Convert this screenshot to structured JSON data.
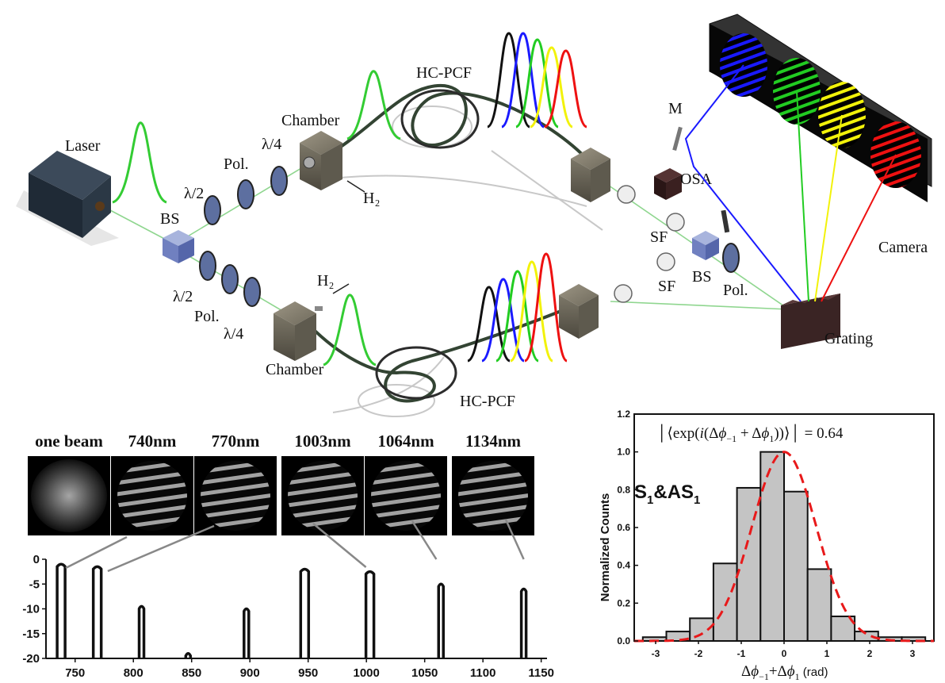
{
  "setup": {
    "labels": {
      "laser": "Laser",
      "bs_left": "BS",
      "half_wave_top": "λ/2",
      "pol_top": "Pol.",
      "quarter_wave_top": "λ/4",
      "chamber_top": "Chamber",
      "h2_top": "H₂",
      "hcpcf_top": "HC-PCF",
      "half_wave_bottom": "λ/2",
      "pol_bottom": "Pol.",
      "quarter_wave_bottom": "λ/4",
      "chamber_bottom": "Chamber",
      "h2_bottom": "H₂",
      "hcpcf_bottom": "HC-PCF",
      "mirror": "M",
      "osa": "OSA",
      "sf_top": "SF",
      "sf_bottom": "SF",
      "bs_right": "BS",
      "pol_right": "Pol.",
      "camera": "Camera",
      "grating": "Grating"
    },
    "colors": {
      "pump": "#33cc33",
      "blue": "#1a1aff",
      "green": "#22cc22",
      "yellow": "#f2f20a",
      "red": "#ee1111",
      "black": "#111111"
    }
  },
  "fringes": {
    "titles": [
      "one beam",
      "740nm",
      "770nm",
      "1003nm",
      "1064nm",
      "1134nm"
    ]
  },
  "chart_data": [
    {
      "type": "line",
      "title": "",
      "xlabel": "",
      "ylabel": "",
      "xlim": [
        725,
        1155
      ],
      "ylim": [
        -20,
        0
      ],
      "xticks": [
        750,
        800,
        850,
        900,
        950,
        1000,
        1050,
        1100,
        1150
      ],
      "yticks": [
        0,
        -5,
        -10,
        -15,
        -20
      ],
      "peaks": [
        {
          "x": 738,
          "y": -1
        },
        {
          "x": 769,
          "y": -1.5
        },
        {
          "x": 807,
          "y": -9.5
        },
        {
          "x": 847,
          "y": -19
        },
        {
          "x": 897,
          "y": -10
        },
        {
          "x": 947,
          "y": -2
        },
        {
          "x": 1003,
          "y": -2.5
        },
        {
          "x": 1064,
          "y": -5
        },
        {
          "x": 1135,
          "y": -6
        }
      ]
    },
    {
      "type": "bar",
      "title": "",
      "annotation": "S1&AS1",
      "equation_value": "= 0.64",
      "xlabel_unit": "(rad)",
      "ylabel": "Normalized Counts",
      "xlim": [
        -3.5,
        3.5
      ],
      "ylim": [
        0,
        1.2
      ],
      "xticks": [
        -3,
        -2,
        -1,
        0,
        1,
        2,
        3
      ],
      "yticks": [
        0.0,
        0.2,
        0.4,
        0.6,
        0.8,
        1.0,
        1.2
      ],
      "bins": [
        -3.14,
        -2.69,
        -2.24,
        -1.79,
        -1.35,
        -0.9,
        -0.45,
        0,
        0.45,
        0.9,
        1.35,
        1.79,
        2.24,
        2.69,
        3.14
      ],
      "values": [
        0.02,
        0.05,
        0.12,
        0.41,
        0.81,
        1.0,
        0.79,
        0.38,
        0.13,
        0.05,
        0.02
      ],
      "bar_edges": [
        -3.3,
        -2.75,
        -2.2,
        -1.65,
        -1.1,
        -0.55,
        0,
        0.55,
        1.1,
        1.65,
        2.2,
        2.75,
        3.3
      ],
      "bar_values": [
        0.02,
        0.05,
        0.12,
        0.41,
        0.81,
        1.0,
        0.79,
        0.38,
        0.13,
        0.05,
        0.02,
        0.02
      ],
      "fit_sigma": 0.75
    }
  ]
}
